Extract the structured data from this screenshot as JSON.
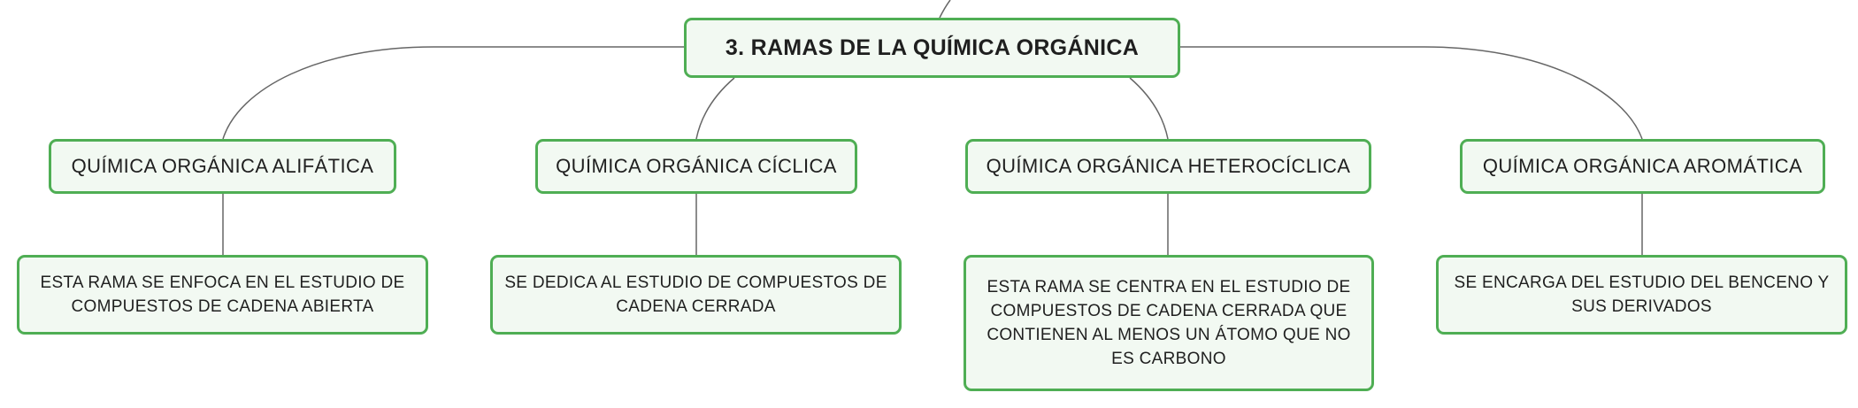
{
  "diagram": {
    "root": {
      "title": "3. RAMAS DE LA QUÍMICA ORGÁNICA"
    },
    "branches": [
      {
        "label": "QUÍMICA ORGÁNICA ALIFÁTICA",
        "description": "ESTA RAMA SE ENFOCA EN EL ESTUDIO DE COMPUESTOS DE CADENA ABIERTA"
      },
      {
        "label": "QUÍMICA ORGÁNICA CÍCLICA",
        "description": "SE DEDICA AL ESTUDIO DE COMPUESTOS DE CADENA CERRADA"
      },
      {
        "label": "QUÍMICA ORGÁNICA HETEROCÍCLICA",
        "description": "ESTA RAMA SE CENTRA EN EL ESTUDIO DE COMPUESTOS DE CADENA CERRADA QUE CONTIENEN AL MENOS UN ÁTOMO QUE NO ES CARBONO"
      },
      {
        "label": "QUÍMICA ORGÁNICA AROMÁTICA",
        "description": "SE ENCARGA DEL ESTUDIO DEL BENCENO Y SUS DERIVADOS"
      }
    ]
  },
  "colors": {
    "node_border": "#4fae54",
    "node_fill": "#f2f9f2",
    "connector": "#666666",
    "text": "#1f1f1f"
  }
}
